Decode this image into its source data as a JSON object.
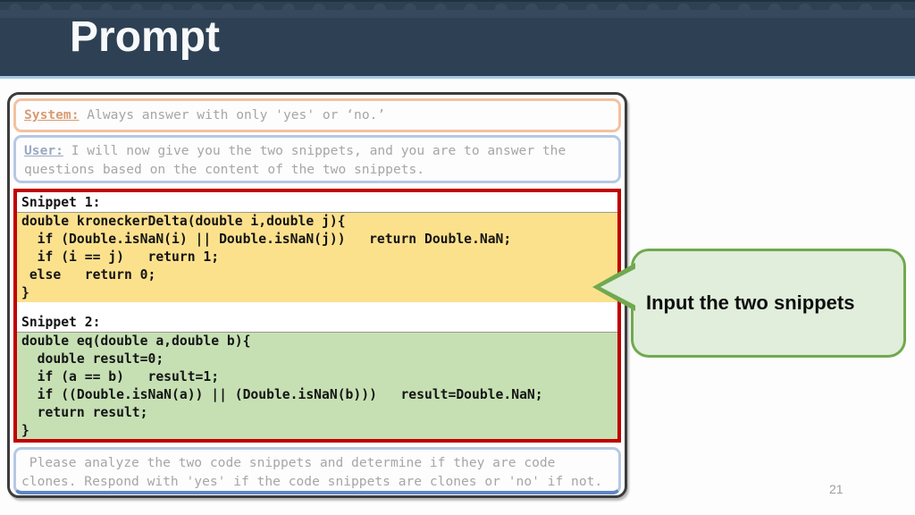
{
  "slide": {
    "title": "Prompt",
    "page_number": "21"
  },
  "prompt_box": {
    "system": {
      "label": "System:",
      "text": " Always answer with only 'yes' or ‘no.’"
    },
    "user": {
      "label": "User:",
      "text": " I will now give you the two snippets, and you are to answer the\nquestions based on the content of the two snippets."
    },
    "snippet1": {
      "header": "Snippet 1:",
      "code": "double kroneckerDelta(double i,double j){\n  if (Double.isNaN(i) || Double.isNaN(j))   return Double.NaN;\n  if (i == j)   return 1;\n else   return 0;\n}"
    },
    "snippet2": {
      "header": "Snippet 2:",
      "code": "double eq(double a,double b){\n  double result=0;\n  if (a == b)   result=1;\n  if ((Double.isNaN(a)) || (Double.isNaN(b)))   result=Double.NaN;\n  return result;\n}"
    },
    "instruction": " Please analyze the two code snippets and determine if they are code\nclones. Respond with 'yes' if the code snippets are clones or 'no' if not."
  },
  "callout": {
    "text": "Input the two snippets"
  },
  "colors": {
    "header-bg": "#2e4154",
    "header-dark": "#223140",
    "header-pattern": "#37495c",
    "header-line": "#a6c9e3",
    "outer-border": "#3c3c3c",
    "system-border": "#f2c2a0",
    "system-label": "#d89b72",
    "user-border": "#b6c8e4",
    "user-label": "#9aa9c0",
    "muted-text": "#a6a6a6",
    "red-border": "#c00000",
    "yellow-bg": "#fce18d",
    "green-bg": "#c6e0b4",
    "bottom-edge": "#5d86c6",
    "callout-bg": "#e0eedb",
    "callout-border": "#70a94f",
    "page-num": "#9e9e9e"
  }
}
